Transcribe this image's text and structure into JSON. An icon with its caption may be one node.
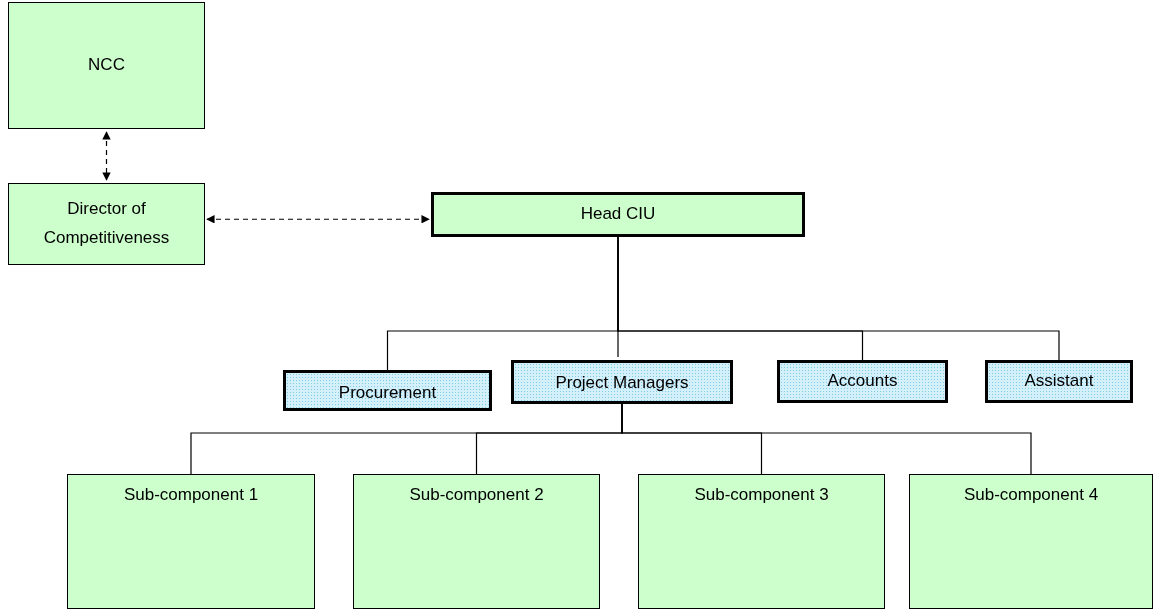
{
  "diagram": {
    "nodes": [
      {
        "text": [
          "NCC"
        ]
      },
      {
        "text": [
          "Director of Competitiveness"
        ]
      },
      {
        "text": [
          "Head CIU"
        ]
      },
      {
        "text": [
          "Procurement"
        ]
      },
      {
        "text": [
          "Project Managers"
        ]
      },
      {
        "text": [
          "Accounts"
        ]
      },
      {
        "text": [
          "Assistant"
        ]
      },
      {
        "text": [
          "Sub-component 1"
        ]
      },
      {
        "text": [
          "Sub-component 2"
        ]
      },
      {
        "text": [
          "Sub-component 3"
        ]
      },
      {
        "text": [
          "Sub-component 4"
        ]
      }
    ],
    "edges": [
      {
        "from": 0,
        "to": 1,
        "arrow": "both",
        "style": "dashed"
      },
      {
        "from": 1,
        "to": 2,
        "arrow": "both",
        "style": "dashed"
      },
      {
        "from": 2,
        "to": 3,
        "arrow": "none"
      },
      {
        "from": 2,
        "to": 4,
        "arrow": "none"
      },
      {
        "from": 2,
        "to": 5,
        "arrow": "none"
      },
      {
        "from": 2,
        "to": 6,
        "arrow": "none"
      },
      {
        "from": 4,
        "to": 7,
        "arrow": "none"
      },
      {
        "from": 4,
        "to": 8,
        "arrow": "none"
      },
      {
        "from": 4,
        "to": 9,
        "arrow": "none"
      },
      {
        "from": 4,
        "to": 10,
        "arrow": "none"
      }
    ]
  }
}
